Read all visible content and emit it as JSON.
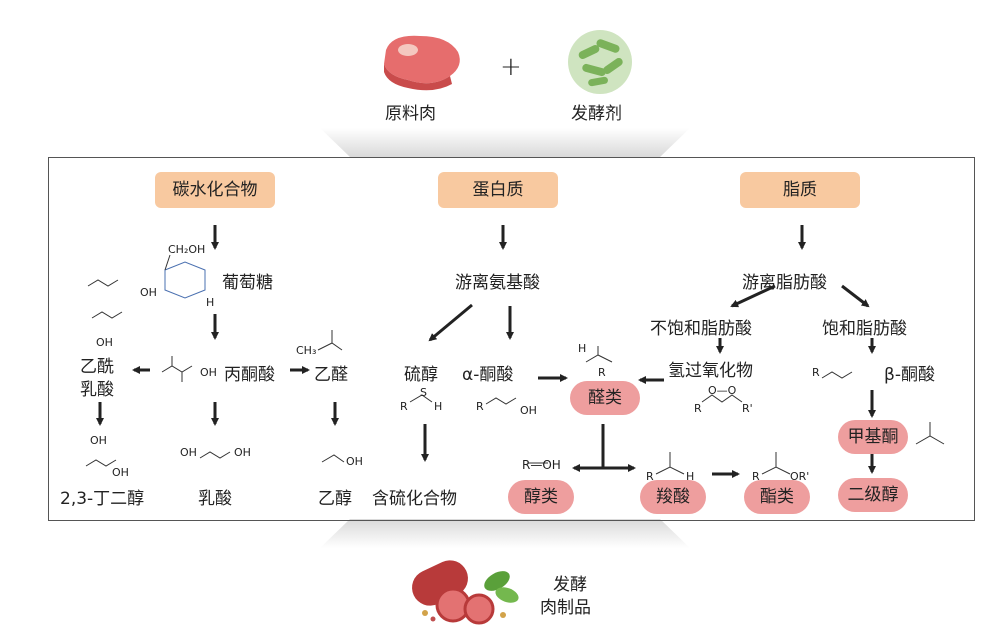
{
  "inputs": {
    "meat": "原料肉",
    "plus": "+",
    "ferment": "发酵剂"
  },
  "categories": {
    "carb": "碳水化合物",
    "protein": "蛋白质",
    "lipid": "脂质"
  },
  "carb": {
    "glucose": "葡萄糖",
    "pyruvate": "丙酮酸",
    "acetaldehyde": "乙醛",
    "acetolactate_l1": "乙酰",
    "acetolactate_l2": "乳酸",
    "butanediol": "2,3-丁二醇",
    "lactic": "乳酸",
    "ethanol": "乙醇",
    "struct_labels": {
      "ch2oh": "CH₂OH",
      "oh": "OH",
      "h": "H",
      "ch3": "CH₃"
    }
  },
  "protein": {
    "free_aa": "游离氨基酸",
    "thiol": "硫醇",
    "keto_acid": "α-酮酸",
    "sulfur": "含硫化合物",
    "aldehyde": "醛类",
    "alcohol": "醇类",
    "acid": "羧酸",
    "ester": "酯类",
    "struct_labels": {
      "r": "R",
      "s": "S",
      "h": "H",
      "oh": "OH",
      "r_oh": "R—OH",
      "or": "OR'"
    }
  },
  "lipid": {
    "free_fa": "游离脂肪酸",
    "unsat": "不饱和脂肪酸",
    "sat": "饱和脂肪酸",
    "hydroperoxide": "氢过氧化物",
    "beta_keto": "β-酮酸",
    "methyl_ketone": "甲基酮",
    "sec_alcohol": "二级醇",
    "struct_labels": {
      "oo": "O—O",
      "r": "R",
      "r2": "R'"
    }
  },
  "output": {
    "line1": "发酵",
    "line2": "肉制品"
  },
  "colors": {
    "category_box": "#f8c9a0",
    "product_pill": "#ee9e9e",
    "arrow": "#222222"
  }
}
